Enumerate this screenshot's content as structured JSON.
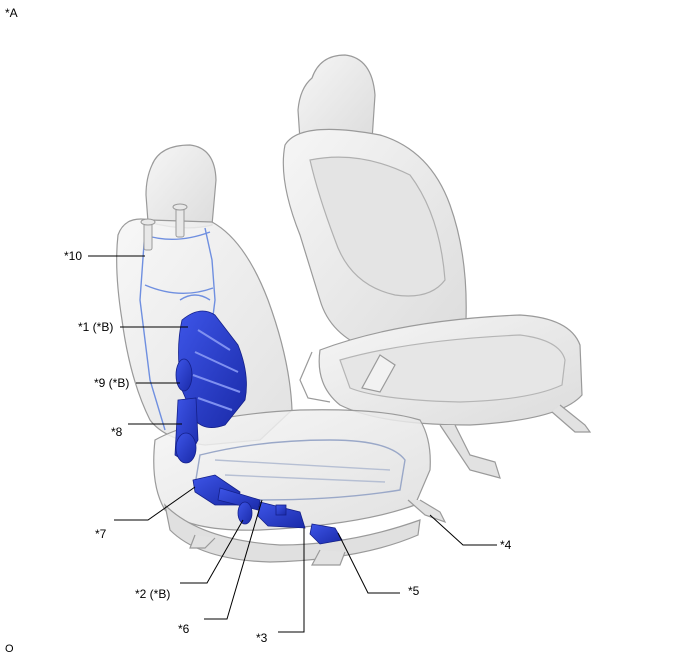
{
  "figure": {
    "view_label": "*A",
    "footer_code": "O"
  },
  "callouts": [
    {
      "id": "10",
      "text": "*10"
    },
    {
      "id": "1",
      "text": "*1 (*B)"
    },
    {
      "id": "9",
      "text": "*9 (*B)"
    },
    {
      "id": "8",
      "text": "*8"
    },
    {
      "id": "7",
      "text": "*7"
    },
    {
      "id": "2",
      "text": "*2 (*B)"
    },
    {
      "id": "6",
      "text": "*6"
    },
    {
      "id": "3",
      "text": "*3"
    },
    {
      "id": "5",
      "text": "*5"
    },
    {
      "id": "4",
      "text": "*4"
    }
  ],
  "colors": {
    "seat_fill": "#ececec",
    "seat_stroke": "#9a9a9a",
    "highlight_component": "#2a3fd1",
    "frame_line": "#6f8fe0"
  }
}
